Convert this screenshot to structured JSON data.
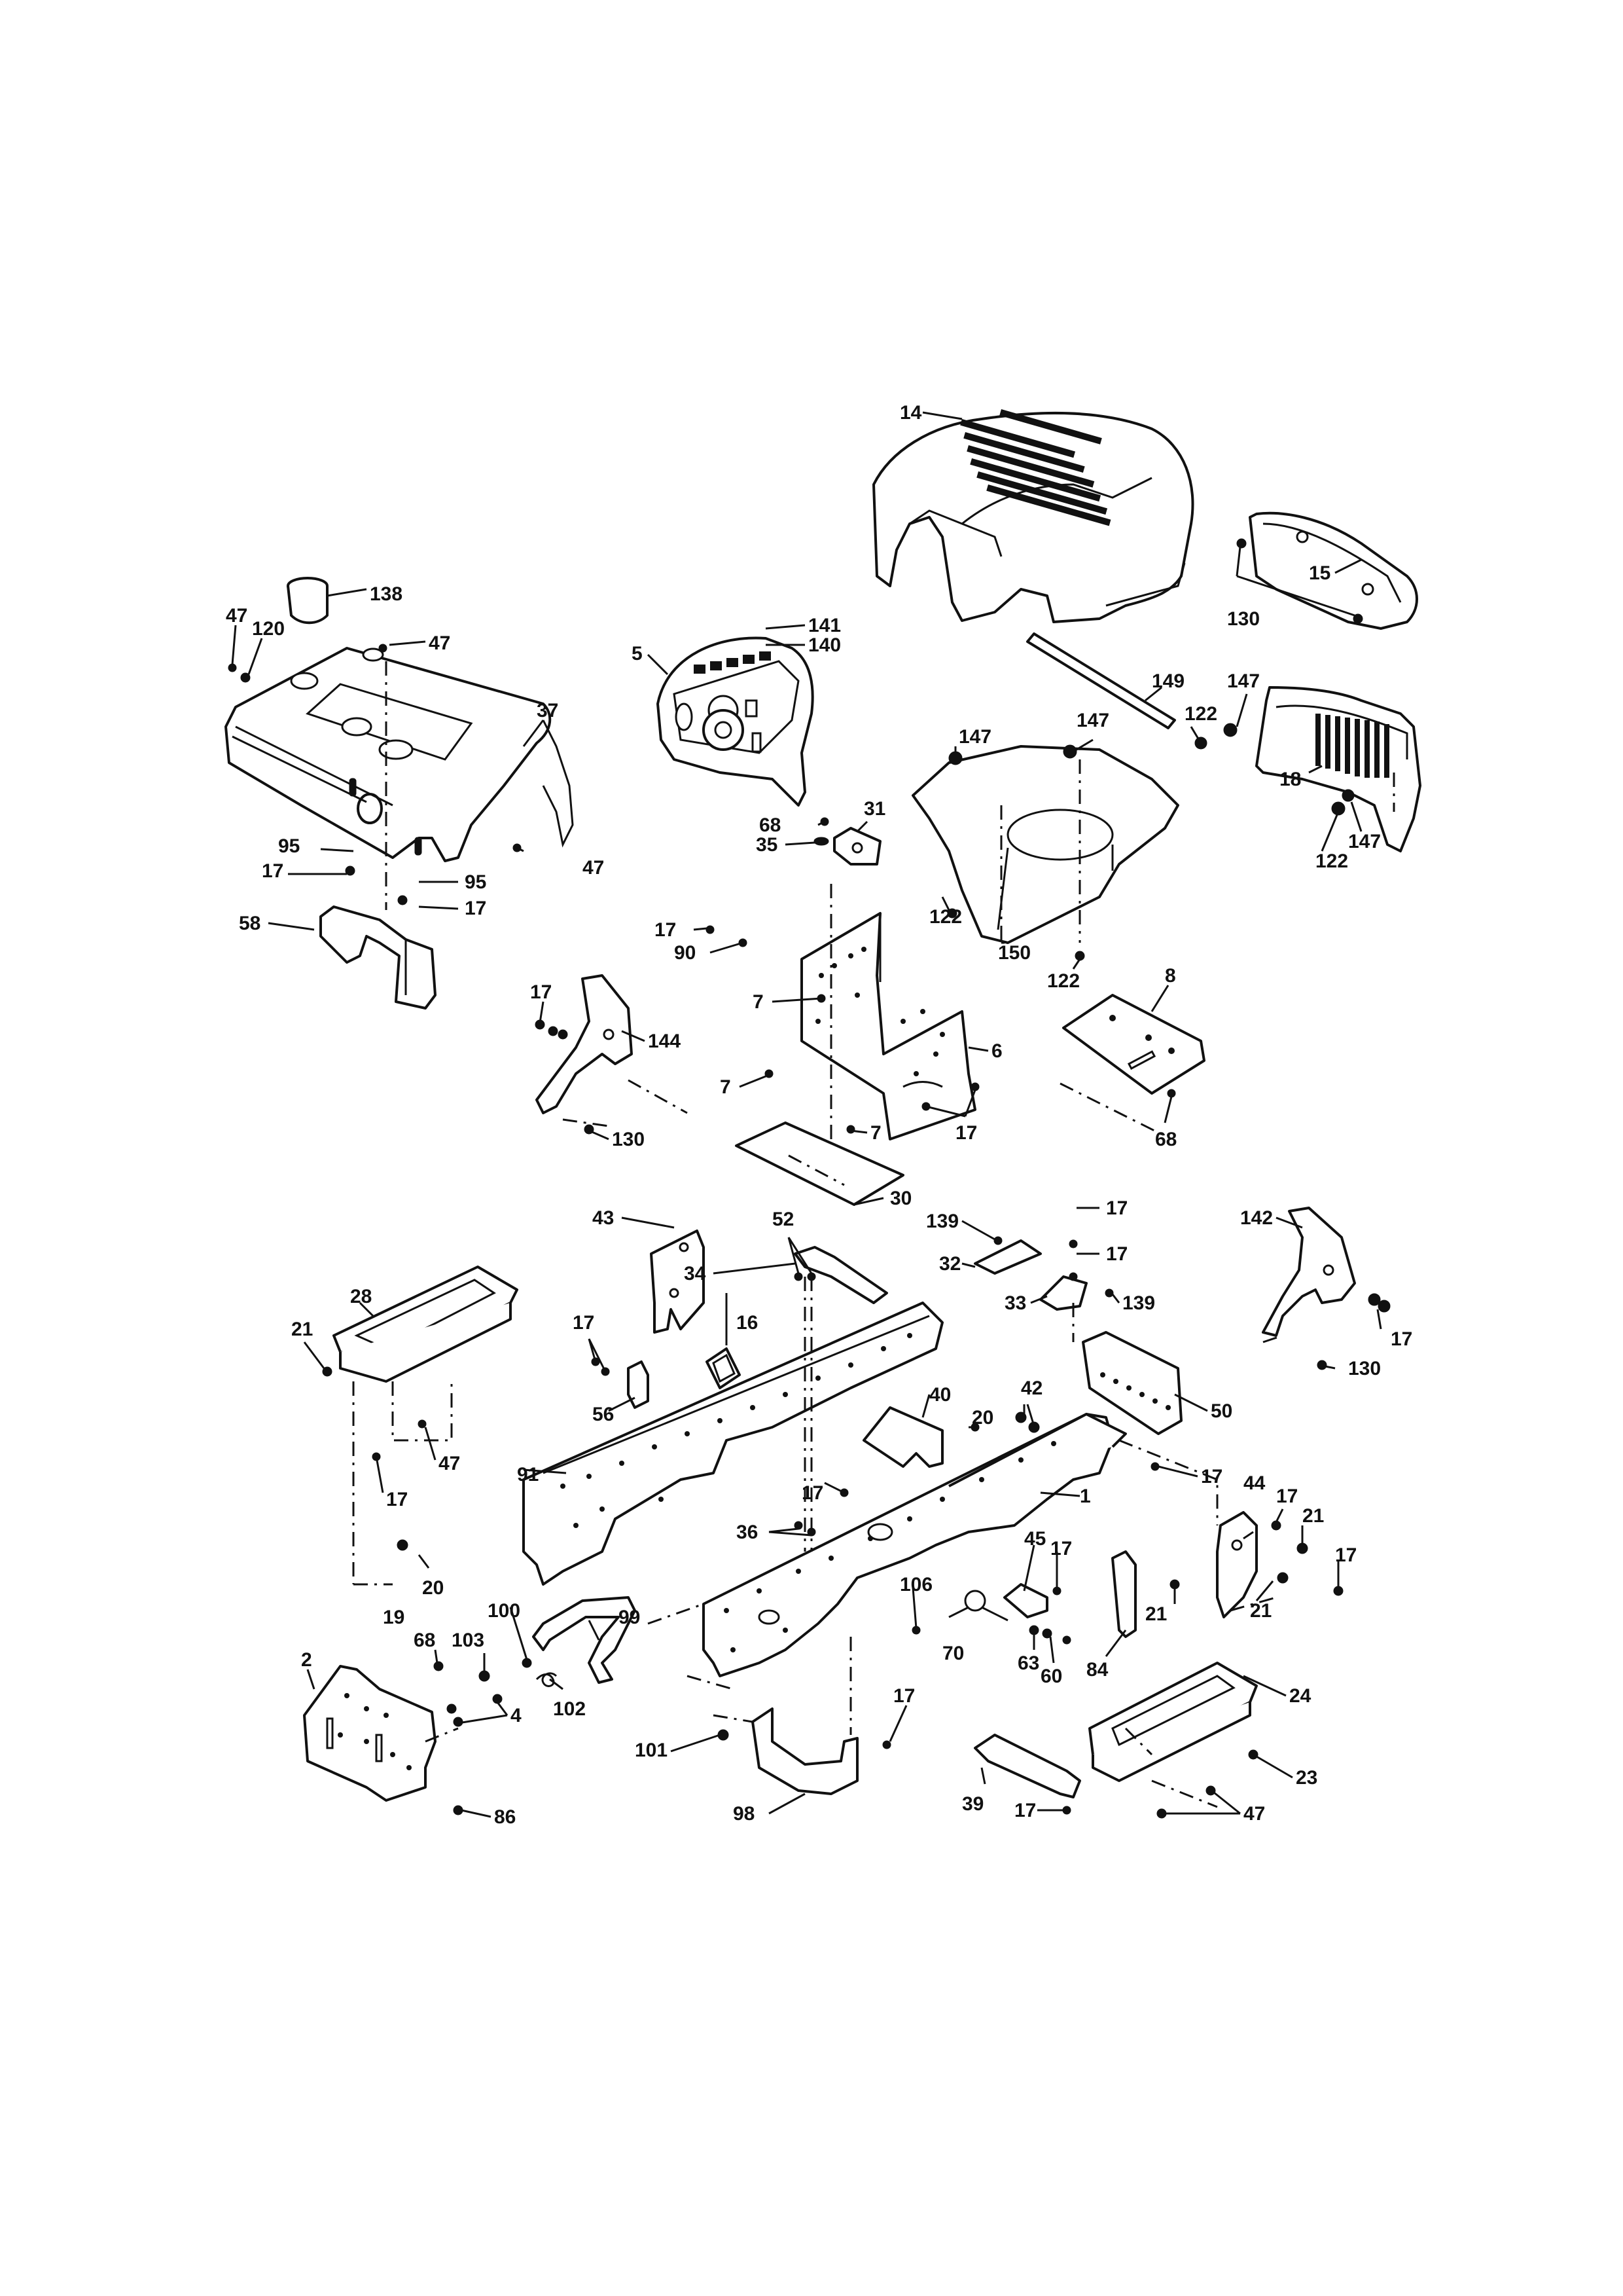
{
  "diagram": {
    "callouts": [
      {
        "id": "c14",
        "text": "14"
      },
      {
        "id": "c15",
        "text": "15"
      },
      {
        "id": "c130a",
        "text": "130"
      },
      {
        "id": "c138",
        "text": "138"
      },
      {
        "id": "c47a",
        "text": "47"
      },
      {
        "id": "c120",
        "text": "120"
      },
      {
        "id": "c47b",
        "text": "47"
      },
      {
        "id": "c141",
        "text": "141"
      },
      {
        "id": "c140",
        "text": "140"
      },
      {
        "id": "c5",
        "text": "5"
      },
      {
        "id": "c37",
        "text": "37"
      },
      {
        "id": "c149",
        "text": "149"
      },
      {
        "id": "c147a",
        "text": "147"
      },
      {
        "id": "c147b",
        "text": "147"
      },
      {
        "id": "c147c",
        "text": "147"
      },
      {
        "id": "c122a",
        "text": "122"
      },
      {
        "id": "c18",
        "text": "18"
      },
      {
        "id": "c122b",
        "text": "122"
      },
      {
        "id": "c147d",
        "text": "147"
      },
      {
        "id": "c95a",
        "text": "95"
      },
      {
        "id": "c47c",
        "text": "47"
      },
      {
        "id": "c17a",
        "text": "17"
      },
      {
        "id": "c95b",
        "text": "95"
      },
      {
        "id": "c17b",
        "text": "17"
      },
      {
        "id": "c58",
        "text": "58"
      },
      {
        "id": "c68a",
        "text": "68"
      },
      {
        "id": "c31",
        "text": "31"
      },
      {
        "id": "c35",
        "text": "35"
      },
      {
        "id": "c122c",
        "text": "122"
      },
      {
        "id": "c150",
        "text": "150"
      },
      {
        "id": "c122d",
        "text": "122"
      },
      {
        "id": "c17c",
        "text": "17"
      },
      {
        "id": "c90",
        "text": "90"
      },
      {
        "id": "c8",
        "text": "8"
      },
      {
        "id": "c17d",
        "text": "17"
      },
      {
        "id": "c144",
        "text": "144"
      },
      {
        "id": "c7a",
        "text": "7"
      },
      {
        "id": "c6",
        "text": "6"
      },
      {
        "id": "c7b",
        "text": "7"
      },
      {
        "id": "c17e",
        "text": "17"
      },
      {
        "id": "c68b",
        "text": "68"
      },
      {
        "id": "c130b",
        "text": "130"
      },
      {
        "id": "c7c",
        "text": "7"
      },
      {
        "id": "c30",
        "text": "30"
      },
      {
        "id": "c43",
        "text": "43"
      },
      {
        "id": "c52",
        "text": "52"
      },
      {
        "id": "c139a",
        "text": "139"
      },
      {
        "id": "c17f",
        "text": "17"
      },
      {
        "id": "c17g",
        "text": "17"
      },
      {
        "id": "c32",
        "text": "32"
      },
      {
        "id": "c33",
        "text": "33"
      },
      {
        "id": "c139b",
        "text": "139"
      },
      {
        "id": "c142",
        "text": "142"
      },
      {
        "id": "c28",
        "text": "28"
      },
      {
        "id": "c34",
        "text": "34"
      },
      {
        "id": "c21a",
        "text": "21"
      },
      {
        "id": "c16",
        "text": "16"
      },
      {
        "id": "c17h",
        "text": "17"
      },
      {
        "id": "c17i",
        "text": "17"
      },
      {
        "id": "c130c",
        "text": "130"
      },
      {
        "id": "c40",
        "text": "40"
      },
      {
        "id": "c42",
        "text": "42"
      },
      {
        "id": "c50",
        "text": "50"
      },
      {
        "id": "c56",
        "text": "56"
      },
      {
        "id": "c20a",
        "text": "20"
      },
      {
        "id": "c47d",
        "text": "47"
      },
      {
        "id": "c17j",
        "text": "17"
      },
      {
        "id": "c91",
        "text": "91"
      },
      {
        "id": "c17k",
        "text": "17"
      },
      {
        "id": "c1",
        "text": "1"
      },
      {
        "id": "c17l",
        "text": "17"
      },
      {
        "id": "c44",
        "text": "44"
      },
      {
        "id": "c17m",
        "text": "17"
      },
      {
        "id": "c36",
        "text": "36"
      },
      {
        "id": "c21b",
        "text": "21"
      },
      {
        "id": "c45",
        "text": "45"
      },
      {
        "id": "c17n",
        "text": "17"
      },
      {
        "id": "c17o",
        "text": "17"
      },
      {
        "id": "c20b",
        "text": "20"
      },
      {
        "id": "c106",
        "text": "106"
      },
      {
        "id": "c19",
        "text": "19"
      },
      {
        "id": "c100",
        "text": "100"
      },
      {
        "id": "c99",
        "text": "99"
      },
      {
        "id": "c21c",
        "text": "21"
      },
      {
        "id": "c21d",
        "text": "21"
      },
      {
        "id": "c68c",
        "text": "68"
      },
      {
        "id": "c103",
        "text": "103"
      },
      {
        "id": "c70",
        "text": "70"
      },
      {
        "id": "c63",
        "text": "63"
      },
      {
        "id": "c60",
        "text": "60"
      },
      {
        "id": "c84",
        "text": "84"
      },
      {
        "id": "c2",
        "text": "2"
      },
      {
        "id": "c24",
        "text": "24"
      },
      {
        "id": "c102",
        "text": "102"
      },
      {
        "id": "c4",
        "text": "4"
      },
      {
        "id": "c17p",
        "text": "17"
      },
      {
        "id": "c101",
        "text": "101"
      },
      {
        "id": "c23",
        "text": "23"
      },
      {
        "id": "c39",
        "text": "39"
      },
      {
        "id": "c98",
        "text": "98"
      },
      {
        "id": "c17q",
        "text": "17"
      },
      {
        "id": "c47e",
        "text": "47"
      },
      {
        "id": "c86",
        "text": "86"
      }
    ]
  }
}
